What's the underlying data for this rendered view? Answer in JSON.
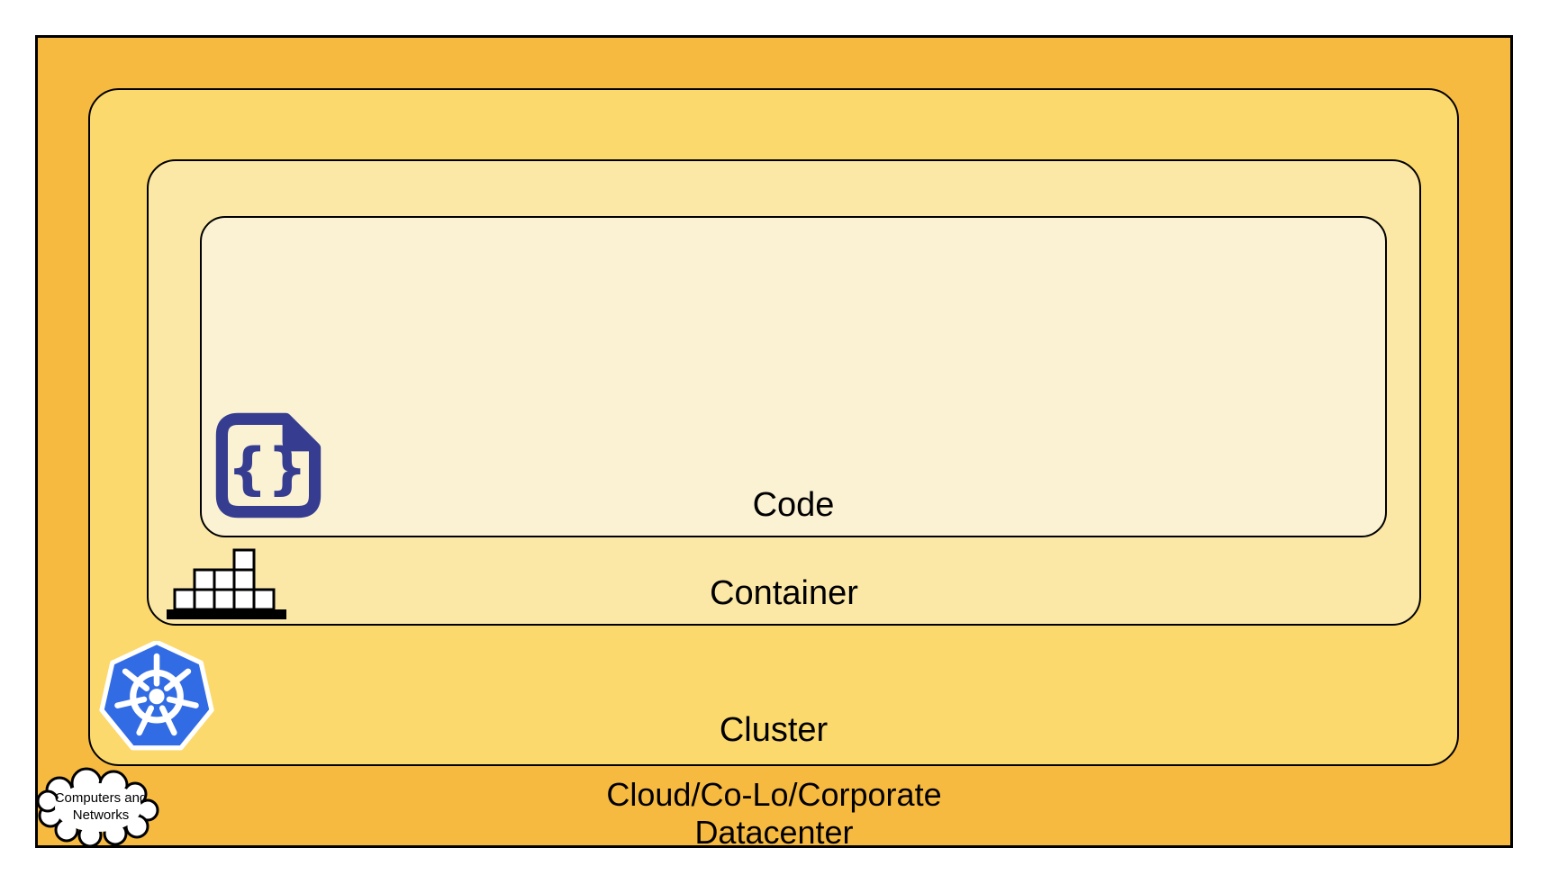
{
  "diagram": {
    "title_hint": "4C's of cloud native security nested diagram",
    "labels": {
      "code": "Code",
      "container": "Container",
      "cluster": "Cluster",
      "datacenter_line1": "Cloud/Co-Lo/Corporate",
      "datacenter_line2": "Datacenter",
      "cloud_line1": "Computers and",
      "cloud_line2": "Networks"
    },
    "icons": {
      "code_braces": "{}",
      "code_file": "code-file-icon",
      "container_boxes": "container-boxes-icon",
      "kubernetes": "kubernetes-helm-icon",
      "cloud": "cloud-icon"
    },
    "colors": {
      "page_background": "#FFFFFF",
      "datacenter_fill": "#F7BA41",
      "cluster_fill": "#FCD96D",
      "container_fill": "#FBE7A6",
      "code_fill": "#FBF2D3",
      "outline": "#000000",
      "code_icon_navy": "#363D91",
      "kubernetes_blue": "#326CE5",
      "icon_box_white": "#FFFFFF"
    }
  }
}
